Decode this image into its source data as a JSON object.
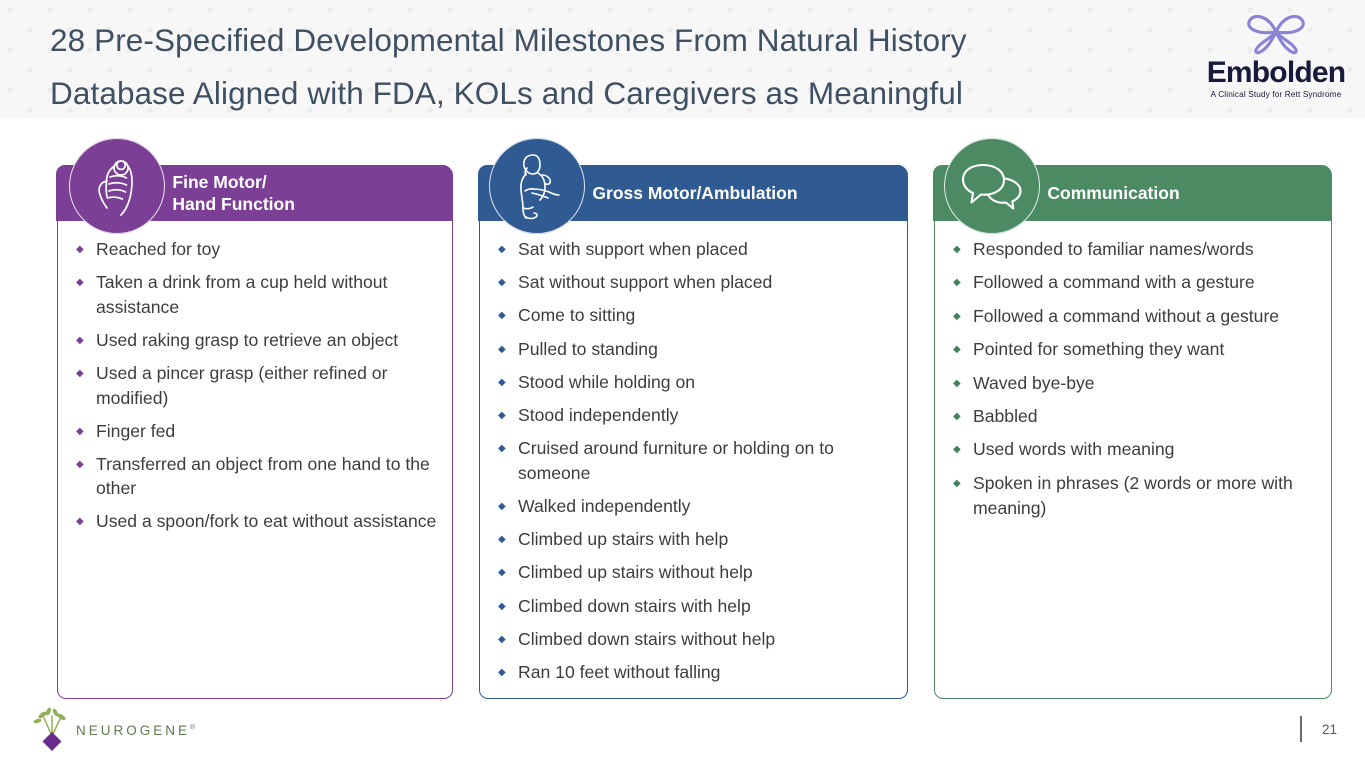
{
  "header": {
    "title": "28 Pre-Specified Developmental Milestones From Natural History\nDatabase Aligned with FDA, KOLs and Caregivers as Meaningful",
    "logo": {
      "wordmark": "Embolden",
      "tagline": "A Clinical Study for Rett Syndrome",
      "icon": "butterfly-icon",
      "butterfly_color": "#8b83d6",
      "wordmark_color": "#171a3a"
    },
    "background_color": "#f7f7f7",
    "title_color": "#3f5063"
  },
  "cards": [
    {
      "id": "fine-motor-hand-function",
      "title": "Fine Motor/\nHand Function",
      "icon": "hand-grasp-icon",
      "accent": "#7b3f96",
      "bullet_color": "#7b3f96",
      "items": [
        "Reached for toy",
        "Taken a drink from a cup held without assistance",
        "Used raking grasp to retrieve an object",
        "Used a pincer grasp (either refined or modified)",
        "Finger fed",
        "Transferred an object from one hand to the other",
        "Used a spoon/fork to eat without assistance"
      ]
    },
    {
      "id": "gross-motor-ambulation",
      "title": "Gross Motor/Ambulation",
      "icon": "standing-person-icon",
      "accent": "#2f5b92",
      "bullet_color": "#2f5b92",
      "items": [
        "Sat with support when placed",
        "Sat without support when placed",
        "Come to sitting",
        "Pulled to standing",
        "Stood while holding on",
        "Stood independently",
        "Cruised around furniture or holding on to someone",
        "Walked independently",
        "Climbed up stairs with help",
        "Climbed up stairs without help",
        "Climbed down stairs with help",
        "Climbed down stairs without help",
        "Ran 10 feet without falling"
      ]
    },
    {
      "id": "communication",
      "title": "Communication",
      "icon": "speech-bubbles-icon",
      "accent": "#4b8a63",
      "bullet_color": "#3f8259",
      "items": [
        "Responded to familiar names/words",
        "Followed a command with a gesture",
        "Followed a command without a gesture",
        "Pointed for something they want",
        "Waved bye-bye",
        "Babbled",
        "Used words with meaning",
        "Spoken in phrases (2 words or more with meaning)"
      ]
    }
  ],
  "footer": {
    "brand": "NEUROGENE",
    "brand_trademark": "®",
    "brand_color": "#5f7a4f",
    "mark_color": "#6a2d8c",
    "leaf_color": "#8fae57",
    "page_number": "21"
  }
}
